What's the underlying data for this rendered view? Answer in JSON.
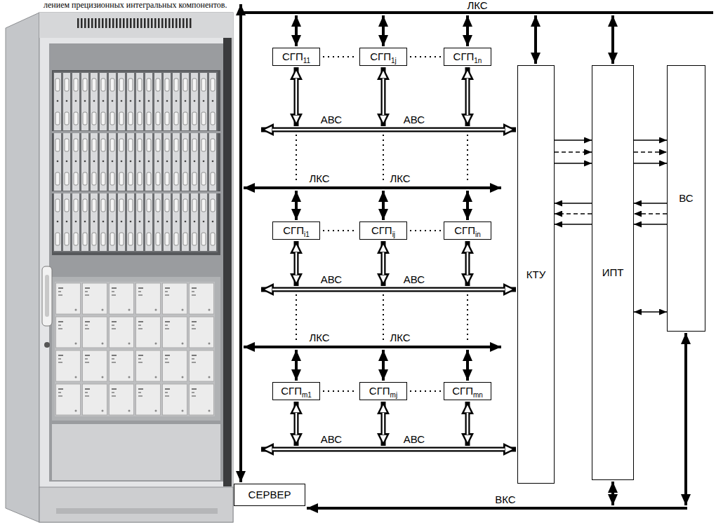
{
  "diagram": {
    "nodes": [
      {
        "text": [
          "СГП11"
        ]
      },
      {
        "text": [
          "СГП1j"
        ]
      },
      {
        "text": [
          "СГП1n"
        ]
      },
      {
        "text": [
          "СГПi1"
        ]
      },
      {
        "text": [
          "СГПij"
        ]
      },
      {
        "text": [
          "СГПin"
        ]
      },
      {
        "text": [
          "СГПm1"
        ]
      },
      {
        "text": [
          "СГПmj"
        ]
      },
      {
        "text": [
          "СГПmn"
        ]
      },
      {
        "text": [
          "КТУ"
        ]
      },
      {
        "text": [
          "ИПТ"
        ]
      },
      {
        "text": [
          "ВС"
        ]
      },
      {
        "text": [
          "СЕРВЕР"
        ]
      }
    ],
    "edges": [
      {
        "from": 9,
        "to": 10,
        "arrow": "to"
      },
      {
        "from": 9,
        "to": 10,
        "arrow": "to"
      },
      {
        "from": 9,
        "to": 10,
        "arrow": "to"
      },
      {
        "from": 10,
        "to": 11,
        "arrow": "to"
      },
      {
        "from": 10,
        "to": 11,
        "arrow": "to"
      },
      {
        "from": 10,
        "to": 11,
        "arrow": "to"
      },
      {
        "from": 11,
        "to": 10,
        "arrow": "to"
      },
      {
        "from": 11,
        "to": 10,
        "arrow": "to"
      },
      {
        "from": 11,
        "to": 10,
        "arrow": "to"
      },
      {
        "from": 10,
        "to": 9,
        "arrow": "to"
      },
      {
        "from": 10,
        "to": 9,
        "arrow": "to"
      },
      {
        "from": 10,
        "to": 9,
        "arrow": "to"
      },
      {
        "from": 10,
        "to": 11,
        "arrow": "both"
      }
    ],
    "labels": [
      "лением прецизионных интегральных компонентов.",
      "ЛКС",
      "АВС",
      "АВС",
      "ЛКС",
      "ЛКС",
      "АВС",
      "АВС",
      "ЛКС",
      "ЛКС",
      "АВС",
      "АВС",
      "ВКС"
    ]
  }
}
